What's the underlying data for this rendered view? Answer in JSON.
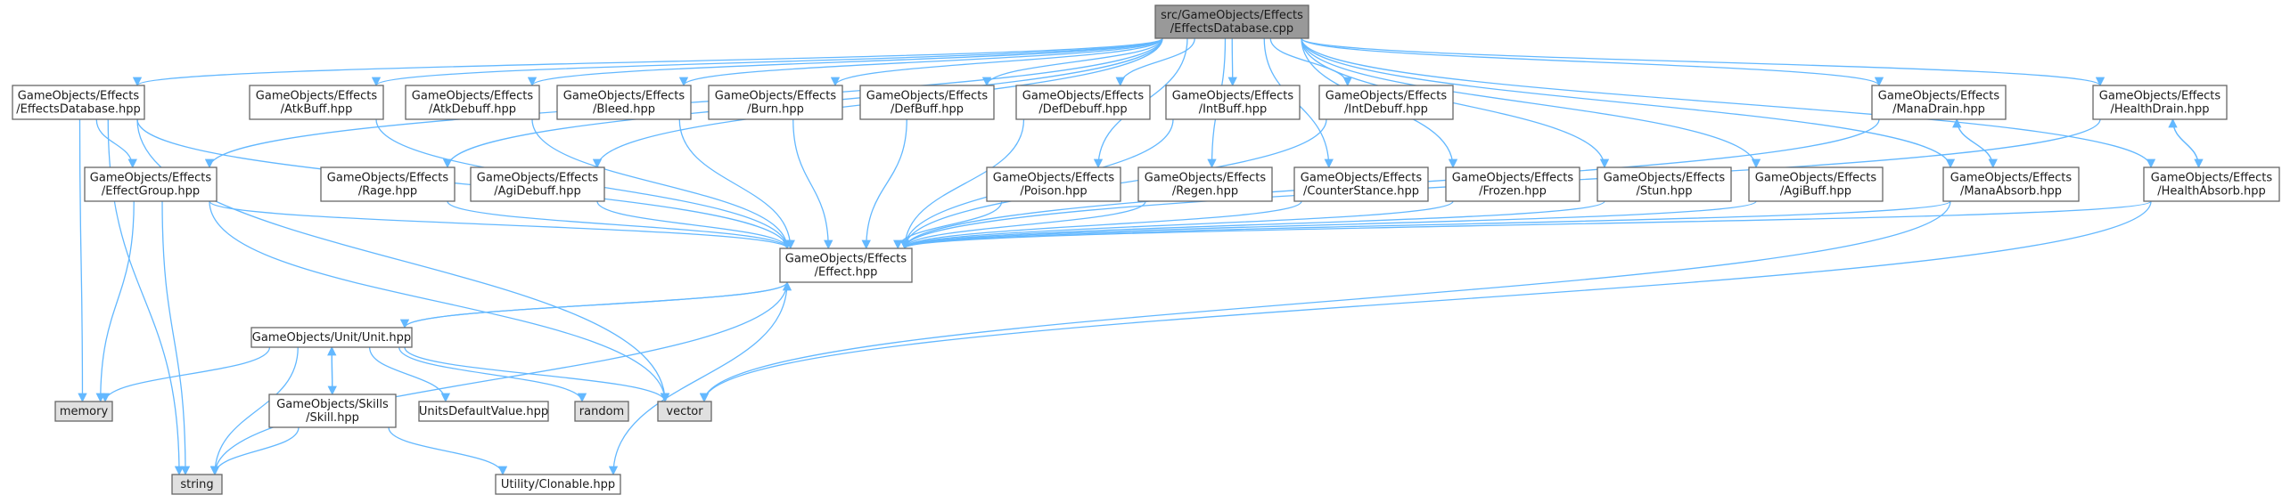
{
  "colors": {
    "edge": "#63b8ff",
    "node_fill": "#ffffff",
    "root_fill": "#999999",
    "system_fill": "#e0e0e0",
    "border": "#666666"
  },
  "nodes": {
    "root": {
      "lines": [
        "src/GameObjects/Effects",
        "/EffectsDatabase.cpp"
      ],
      "kind": "root"
    },
    "effectsdb": {
      "lines": [
        "GameObjects/Effects",
        "/EffectsDatabase.hpp"
      ],
      "kind": "file"
    },
    "atkbuff": {
      "lines": [
        "GameObjects/Effects",
        "/AtkBuff.hpp"
      ],
      "kind": "file"
    },
    "atkdebuff": {
      "lines": [
        "GameObjects/Effects",
        "/AtkDebuff.hpp"
      ],
      "kind": "file"
    },
    "bleed": {
      "lines": [
        "GameObjects/Effects",
        "/Bleed.hpp"
      ],
      "kind": "file"
    },
    "burn": {
      "lines": [
        "GameObjects/Effects",
        "/Burn.hpp"
      ],
      "kind": "file"
    },
    "defbuff": {
      "lines": [
        "GameObjects/Effects",
        "/DefBuff.hpp"
      ],
      "kind": "file"
    },
    "defdebuff": {
      "lines": [
        "GameObjects/Effects",
        "/DefDebuff.hpp"
      ],
      "kind": "file"
    },
    "intbuff": {
      "lines": [
        "GameObjects/Effects",
        "/IntBuff.hpp"
      ],
      "kind": "file"
    },
    "intdebuff": {
      "lines": [
        "GameObjects/Effects",
        "/IntDebuff.hpp"
      ],
      "kind": "file"
    },
    "manadrain": {
      "lines": [
        "GameObjects/Effects",
        "/ManaDrain.hpp"
      ],
      "kind": "file"
    },
    "healthdrain": {
      "lines": [
        "GameObjects/Effects",
        "/HealthDrain.hpp"
      ],
      "kind": "file"
    },
    "effectgroup": {
      "lines": [
        "GameObjects/Effects",
        "/EffectGroup.hpp"
      ],
      "kind": "file"
    },
    "rage": {
      "lines": [
        "GameObjects/Effects",
        "/Rage.hpp"
      ],
      "kind": "file"
    },
    "agidebuff": {
      "lines": [
        "GameObjects/Effects",
        "/AgiDebuff.hpp"
      ],
      "kind": "file"
    },
    "poison": {
      "lines": [
        "GameObjects/Effects",
        "/Poison.hpp"
      ],
      "kind": "file"
    },
    "regen": {
      "lines": [
        "GameObjects/Effects",
        "/Regen.hpp"
      ],
      "kind": "file"
    },
    "counterstance": {
      "lines": [
        "GameObjects/Effects",
        "/CounterStance.hpp"
      ],
      "kind": "file"
    },
    "frozen": {
      "lines": [
        "GameObjects/Effects",
        "/Frozen.hpp"
      ],
      "kind": "file"
    },
    "stun": {
      "lines": [
        "GameObjects/Effects",
        "/Stun.hpp"
      ],
      "kind": "file"
    },
    "agibuff": {
      "lines": [
        "GameObjects/Effects",
        "/AgiBuff.hpp"
      ],
      "kind": "file"
    },
    "manaabsorb": {
      "lines": [
        "GameObjects/Effects",
        "/ManaAbsorb.hpp"
      ],
      "kind": "file"
    },
    "healthabsorb": {
      "lines": [
        "GameObjects/Effects",
        "/HealthAbsorb.hpp"
      ],
      "kind": "file"
    },
    "effect": {
      "lines": [
        "GameObjects/Effects",
        "/Effect.hpp"
      ],
      "kind": "file"
    },
    "unit": {
      "lines": [
        "GameObjects/Unit/Unit.hpp"
      ],
      "kind": "file"
    },
    "skill": {
      "lines": [
        "GameObjects/Skills",
        "/Skill.hpp"
      ],
      "kind": "file"
    },
    "unitsdefault": {
      "lines": [
        "UnitsDefaultValue.hpp"
      ],
      "kind": "file"
    },
    "clonable": {
      "lines": [
        "Utility/Clonable.hpp"
      ],
      "kind": "file"
    },
    "memory": {
      "lines": [
        "memory"
      ],
      "kind": "system"
    },
    "random": {
      "lines": [
        "random"
      ],
      "kind": "system"
    },
    "vector": {
      "lines": [
        "vector"
      ],
      "kind": "system"
    },
    "string": {
      "lines": [
        "string"
      ],
      "kind": "system"
    }
  },
  "edges": [
    [
      "root",
      "effectsdb"
    ],
    [
      "root",
      "atkbuff"
    ],
    [
      "root",
      "atkdebuff"
    ],
    [
      "root",
      "bleed"
    ],
    [
      "root",
      "burn"
    ],
    [
      "root",
      "defbuff"
    ],
    [
      "root",
      "defdebuff"
    ],
    [
      "root",
      "intbuff"
    ],
    [
      "root",
      "intdebuff"
    ],
    [
      "root",
      "manadrain"
    ],
    [
      "root",
      "healthdrain"
    ],
    [
      "root",
      "effectgroup"
    ],
    [
      "root",
      "rage"
    ],
    [
      "root",
      "agidebuff"
    ],
    [
      "root",
      "poison"
    ],
    [
      "root",
      "regen"
    ],
    [
      "root",
      "counterstance"
    ],
    [
      "root",
      "frozen"
    ],
    [
      "root",
      "stun"
    ],
    [
      "root",
      "agibuff"
    ],
    [
      "root",
      "manaabsorb"
    ],
    [
      "root",
      "healthabsorb"
    ],
    [
      "effectsdb",
      "effectgroup"
    ],
    [
      "effectsdb",
      "effect"
    ],
    [
      "effectsdb",
      "memory"
    ],
    [
      "effectsdb",
      "string"
    ],
    [
      "effectsdb",
      "vector"
    ],
    [
      "effectgroup",
      "effect"
    ],
    [
      "effectgroup",
      "memory"
    ],
    [
      "effectgroup",
      "string"
    ],
    [
      "effectgroup",
      "vector"
    ],
    [
      "atkbuff",
      "effect"
    ],
    [
      "atkdebuff",
      "effect"
    ],
    [
      "bleed",
      "effect"
    ],
    [
      "burn",
      "effect"
    ],
    [
      "defbuff",
      "effect"
    ],
    [
      "defdebuff",
      "effect"
    ],
    [
      "intbuff",
      "effect"
    ],
    [
      "intdebuff",
      "effect"
    ],
    [
      "rage",
      "effect"
    ],
    [
      "agidebuff",
      "effect"
    ],
    [
      "poison",
      "effect"
    ],
    [
      "regen",
      "effect"
    ],
    [
      "counterstance",
      "effect"
    ],
    [
      "frozen",
      "effect"
    ],
    [
      "stun",
      "effect"
    ],
    [
      "agibuff",
      "effect"
    ],
    [
      "manadrain",
      "effect"
    ],
    [
      "manadrain",
      "manaabsorb"
    ],
    [
      "manaabsorb",
      "manadrain"
    ],
    [
      "manaabsorb",
      "effect"
    ],
    [
      "manaabsorb",
      "vector"
    ],
    [
      "healthdrain",
      "effect"
    ],
    [
      "healthdrain",
      "healthabsorb"
    ],
    [
      "healthabsorb",
      "healthdrain"
    ],
    [
      "healthabsorb",
      "effect"
    ],
    [
      "healthabsorb",
      "vector"
    ],
    [
      "effect",
      "unit"
    ],
    [
      "effect",
      "string"
    ],
    [
      "effect",
      "clonable"
    ],
    [
      "unit",
      "effect"
    ],
    [
      "unit",
      "memory"
    ],
    [
      "unit",
      "string"
    ],
    [
      "unit",
      "vector"
    ],
    [
      "unit",
      "random"
    ],
    [
      "unit",
      "unitsdefault"
    ],
    [
      "unit",
      "skill"
    ],
    [
      "skill",
      "unit"
    ],
    [
      "skill",
      "string"
    ],
    [
      "skill",
      "clonable"
    ]
  ]
}
